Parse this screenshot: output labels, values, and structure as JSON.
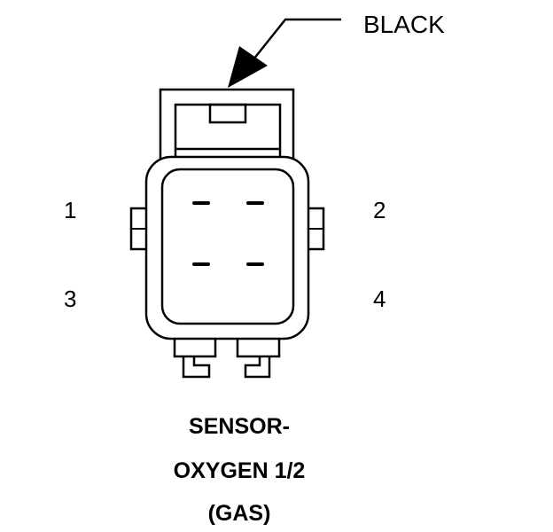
{
  "callout": {
    "wire_color": "BLACK"
  },
  "pins": [
    "1",
    "2",
    "3",
    "4"
  ],
  "caption": {
    "line1": "SENSOR-",
    "line2": "OXYGEN 1/2",
    "line3": "(GAS)"
  }
}
